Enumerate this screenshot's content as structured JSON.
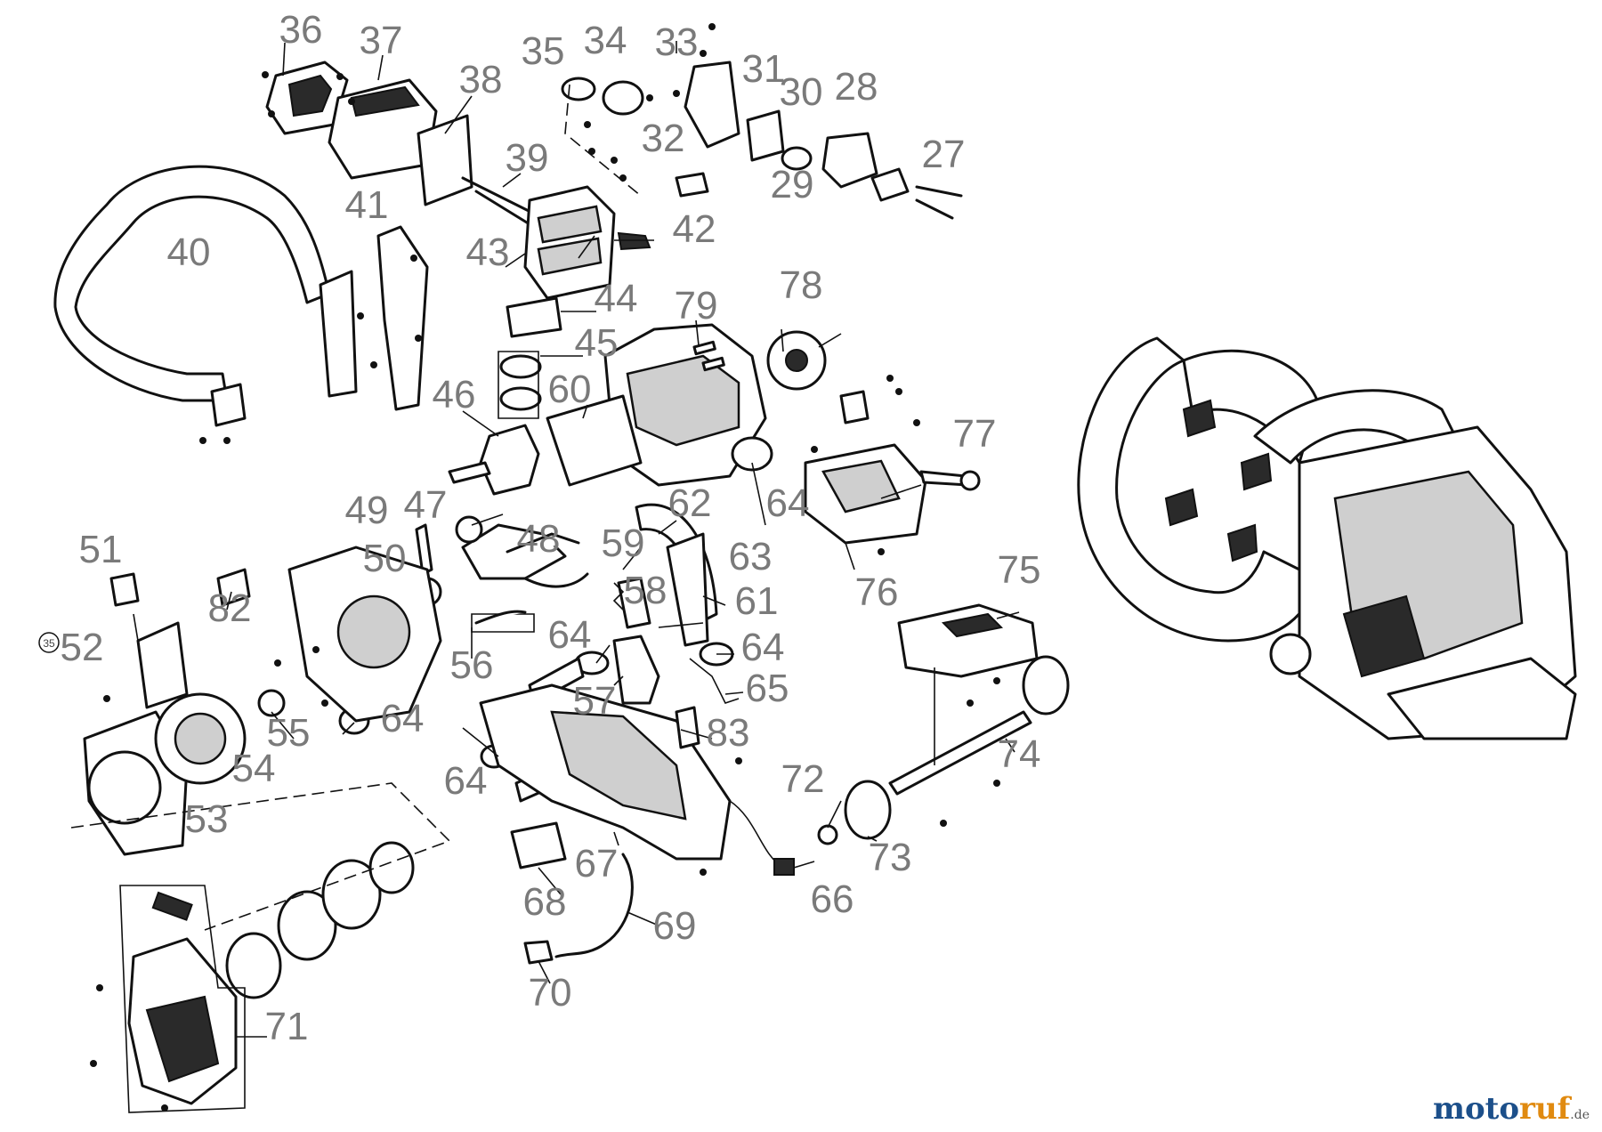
{
  "diagram": {
    "part_numbers": [
      "27",
      "28",
      "29",
      "30",
      "31",
      "32",
      "33",
      "34",
      "35",
      "36",
      "37",
      "38",
      "39",
      "40",
      "41",
      "42",
      "43",
      "44",
      "45",
      "46",
      "47",
      "48",
      "49",
      "50",
      "51",
      "52",
      "53",
      "54",
      "55",
      "56",
      "57",
      "58",
      "59",
      "60",
      "61",
      "62",
      "63",
      "64",
      "65",
      "66",
      "67",
      "68",
      "69",
      "70",
      "71",
      "72",
      "73",
      "74",
      "75",
      "76",
      "77",
      "78",
      "79",
      "82",
      "83"
    ],
    "small_circle_label": "35"
  },
  "watermark": {
    "part1": "moto",
    "part2": "ruf",
    "suffix": ".de"
  }
}
